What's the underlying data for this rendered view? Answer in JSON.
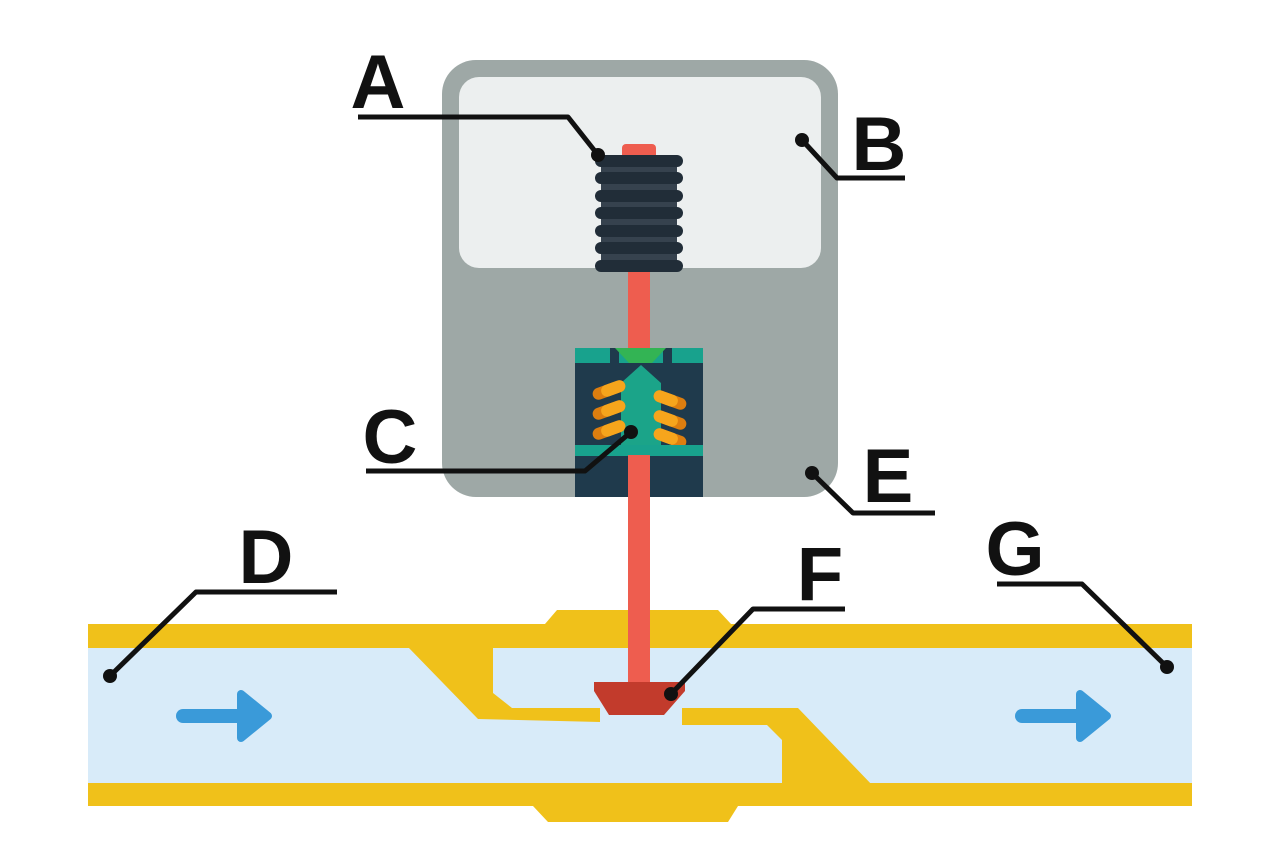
{
  "figure": {
    "kind": "valve cross-section diagram",
    "callouts": [
      {
        "letter": "A"
      },
      {
        "letter": "B"
      },
      {
        "letter": "C"
      },
      {
        "letter": "D"
      },
      {
        "letter": "E"
      },
      {
        "letter": "F"
      },
      {
        "letter": "G"
      }
    ],
    "flow_direction": "left-to-right"
  },
  "colors": {
    "bg": "#ffffff",
    "black": "#111111",
    "gray": "#9EA8A6",
    "panel": "#ECEFEF",
    "yellow": "#F0C11A",
    "blue-light": "#D8EBF9",
    "arrow": "#3A9AD9",
    "red": "#EE5D4F",
    "red-dark": "#C23B2C",
    "navy": "#1F3A4C",
    "navy-dark": "#212D38",
    "slate": "#36424E",
    "teal": "#18A28D",
    "teal2": "#1BA489",
    "green": "#33B454",
    "orange": "#F6A51C",
    "orange-dark": "#DD7E0F"
  }
}
